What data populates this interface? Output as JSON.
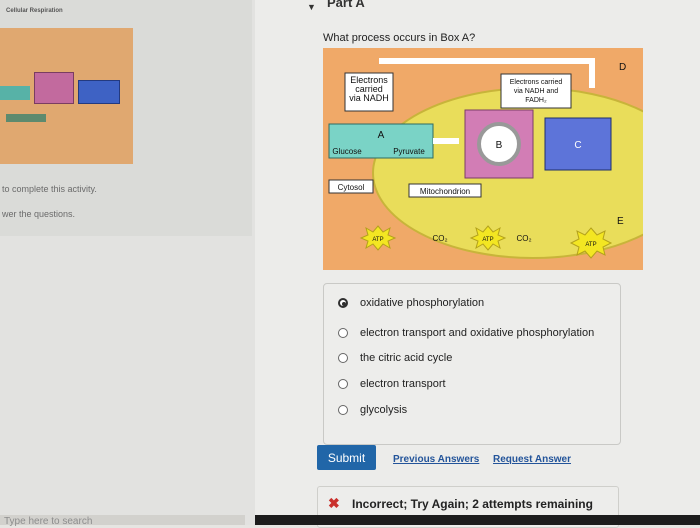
{
  "left_pane": {
    "thumbnail_title": "Cellular Respiration",
    "line1": "to complete this activity.",
    "line2": "wer the questions.",
    "taskbar_search": "Type here to search"
  },
  "part": {
    "caret": "▼",
    "title": "Part A"
  },
  "question": "What process occurs in Box A?",
  "figure": {
    "label_electrons_nadh": [
      "Electrons",
      "carried",
      "via NADH"
    ],
    "label_electrons_fadh": [
      "Electrons carried",
      "via NADH and",
      "FADH₂"
    ],
    "label_a": "A",
    "label_glucose": "Glucose",
    "label_pyruvate": "Pyruvate",
    "label_b": "B",
    "label_c": "C",
    "label_d": "D",
    "label_e": "E",
    "label_cytosol": "Cytosol",
    "label_mito": "Mitochondrion",
    "label_atp": "ATP",
    "label_co2": "CO₂",
    "colors": {
      "bg": "#f0a968",
      "mito": "#e9dd5a",
      "box_a": "#7ad3c6",
      "box_b": "#d27db5",
      "box_c": "#5d74d9",
      "atp": "#f3e622"
    }
  },
  "options": [
    {
      "label": "oxidative phosphorylation",
      "selected": true
    },
    {
      "label": "electron transport and oxidative phosphorylation",
      "selected": false
    },
    {
      "label": "the citric acid cycle",
      "selected": false
    },
    {
      "label": "electron transport",
      "selected": false
    },
    {
      "label": "glycolysis",
      "selected": false
    }
  ],
  "submit_label": "Submit",
  "previous_answers_label": "Previous Answers",
  "request_answer_label": "Request Answer",
  "feedback": {
    "icon": "✖",
    "text": "Incorrect; Try Again; 2 attempts remaining"
  }
}
